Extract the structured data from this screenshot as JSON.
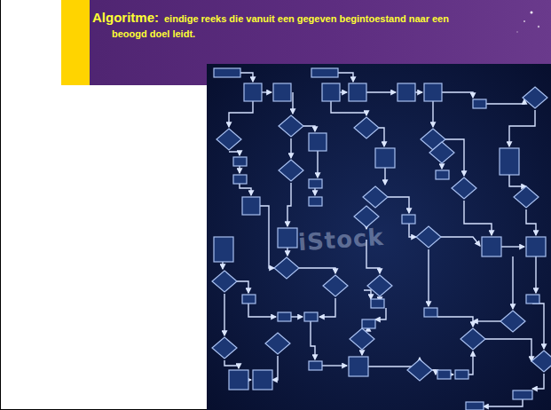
{
  "diagram": {
    "title": "Algoritme:",
    "labels": [
      "eindige reeks die vanuit een gegeven begintoestand naar een beoogd doel leidt.",
      "iStock"
    ]
  }
}
